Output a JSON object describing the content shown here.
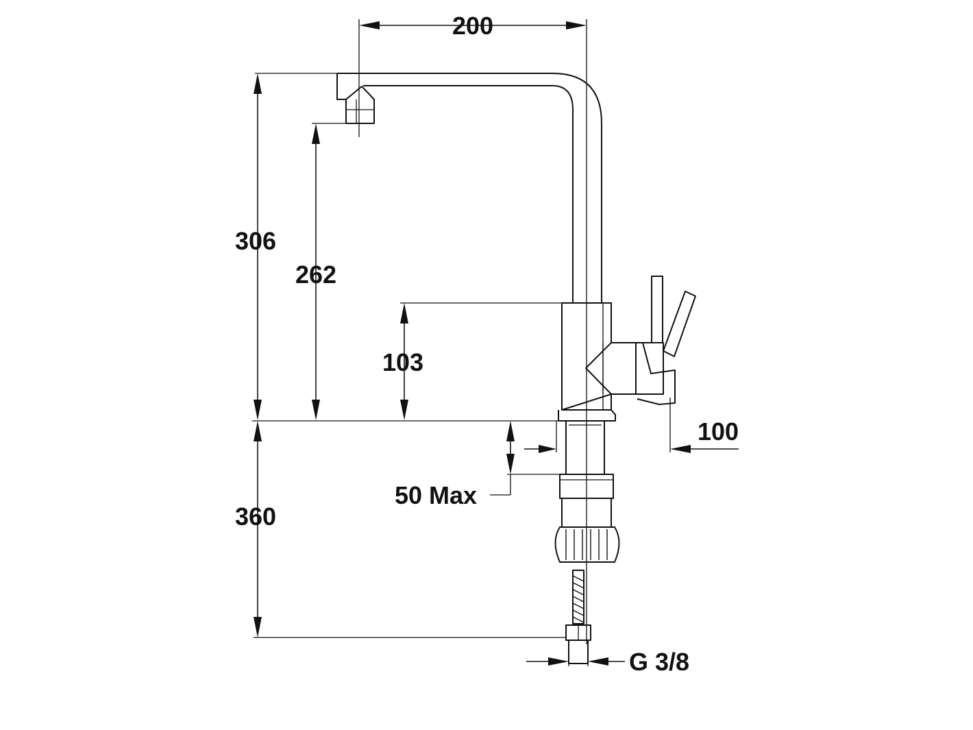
{
  "dimensions": {
    "spout_reach": "200",
    "total_height": "306",
    "outlet_height": "262",
    "body_height": "103",
    "handle_clearance": "100",
    "counter_thickness": "50 Max",
    "hose_length": "360",
    "connection_thread": "G 3/8"
  },
  "colors": {
    "line": "#111111",
    "background": "#ffffff"
  }
}
